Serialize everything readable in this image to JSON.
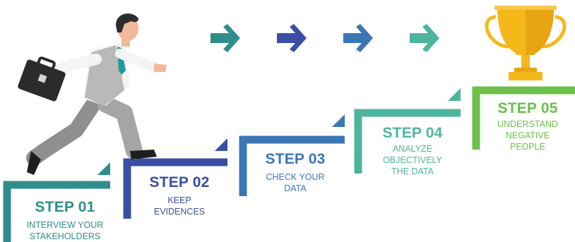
{
  "steps": [
    {
      "title": "STEP 01",
      "line1": "INTERVIEW YOUR",
      "line2": "STAKEHOLDERS",
      "line3": "",
      "color": "#2f8e8c"
    },
    {
      "title": "STEP 02",
      "line1": "KEEP",
      "line2": "EVIDENCES",
      "line3": "",
      "color": "#3a4fa3"
    },
    {
      "title": "STEP 03",
      "line1": "CHECK YOUR",
      "line2": "DATA",
      "line3": "",
      "color": "#3c76b4"
    },
    {
      "title": "STEP 04",
      "line1": "ANALYZE",
      "line2": "OBJECTIVELY",
      "line3": "THE DATA",
      "color": "#4db59d"
    },
    {
      "title": "STEP 05",
      "line1": "UNDERSTAND",
      "line2": "NEGATIVE",
      "line3": "PEOPLE",
      "color": "#6cc04a"
    }
  ],
  "arrows": [
    {
      "icon": "arrow-right-icon",
      "color": "#2f8e8c"
    },
    {
      "icon": "arrow-right-icon",
      "color": "#3a4fa3"
    },
    {
      "icon": "arrow-right-icon",
      "color": "#3c76b4"
    },
    {
      "icon": "arrow-right-icon",
      "color": "#4db59d"
    }
  ],
  "trophy": {
    "icon": "trophy-icon",
    "color": "#f5b81c"
  },
  "figure": {
    "icon": "businessman-running-icon"
  }
}
